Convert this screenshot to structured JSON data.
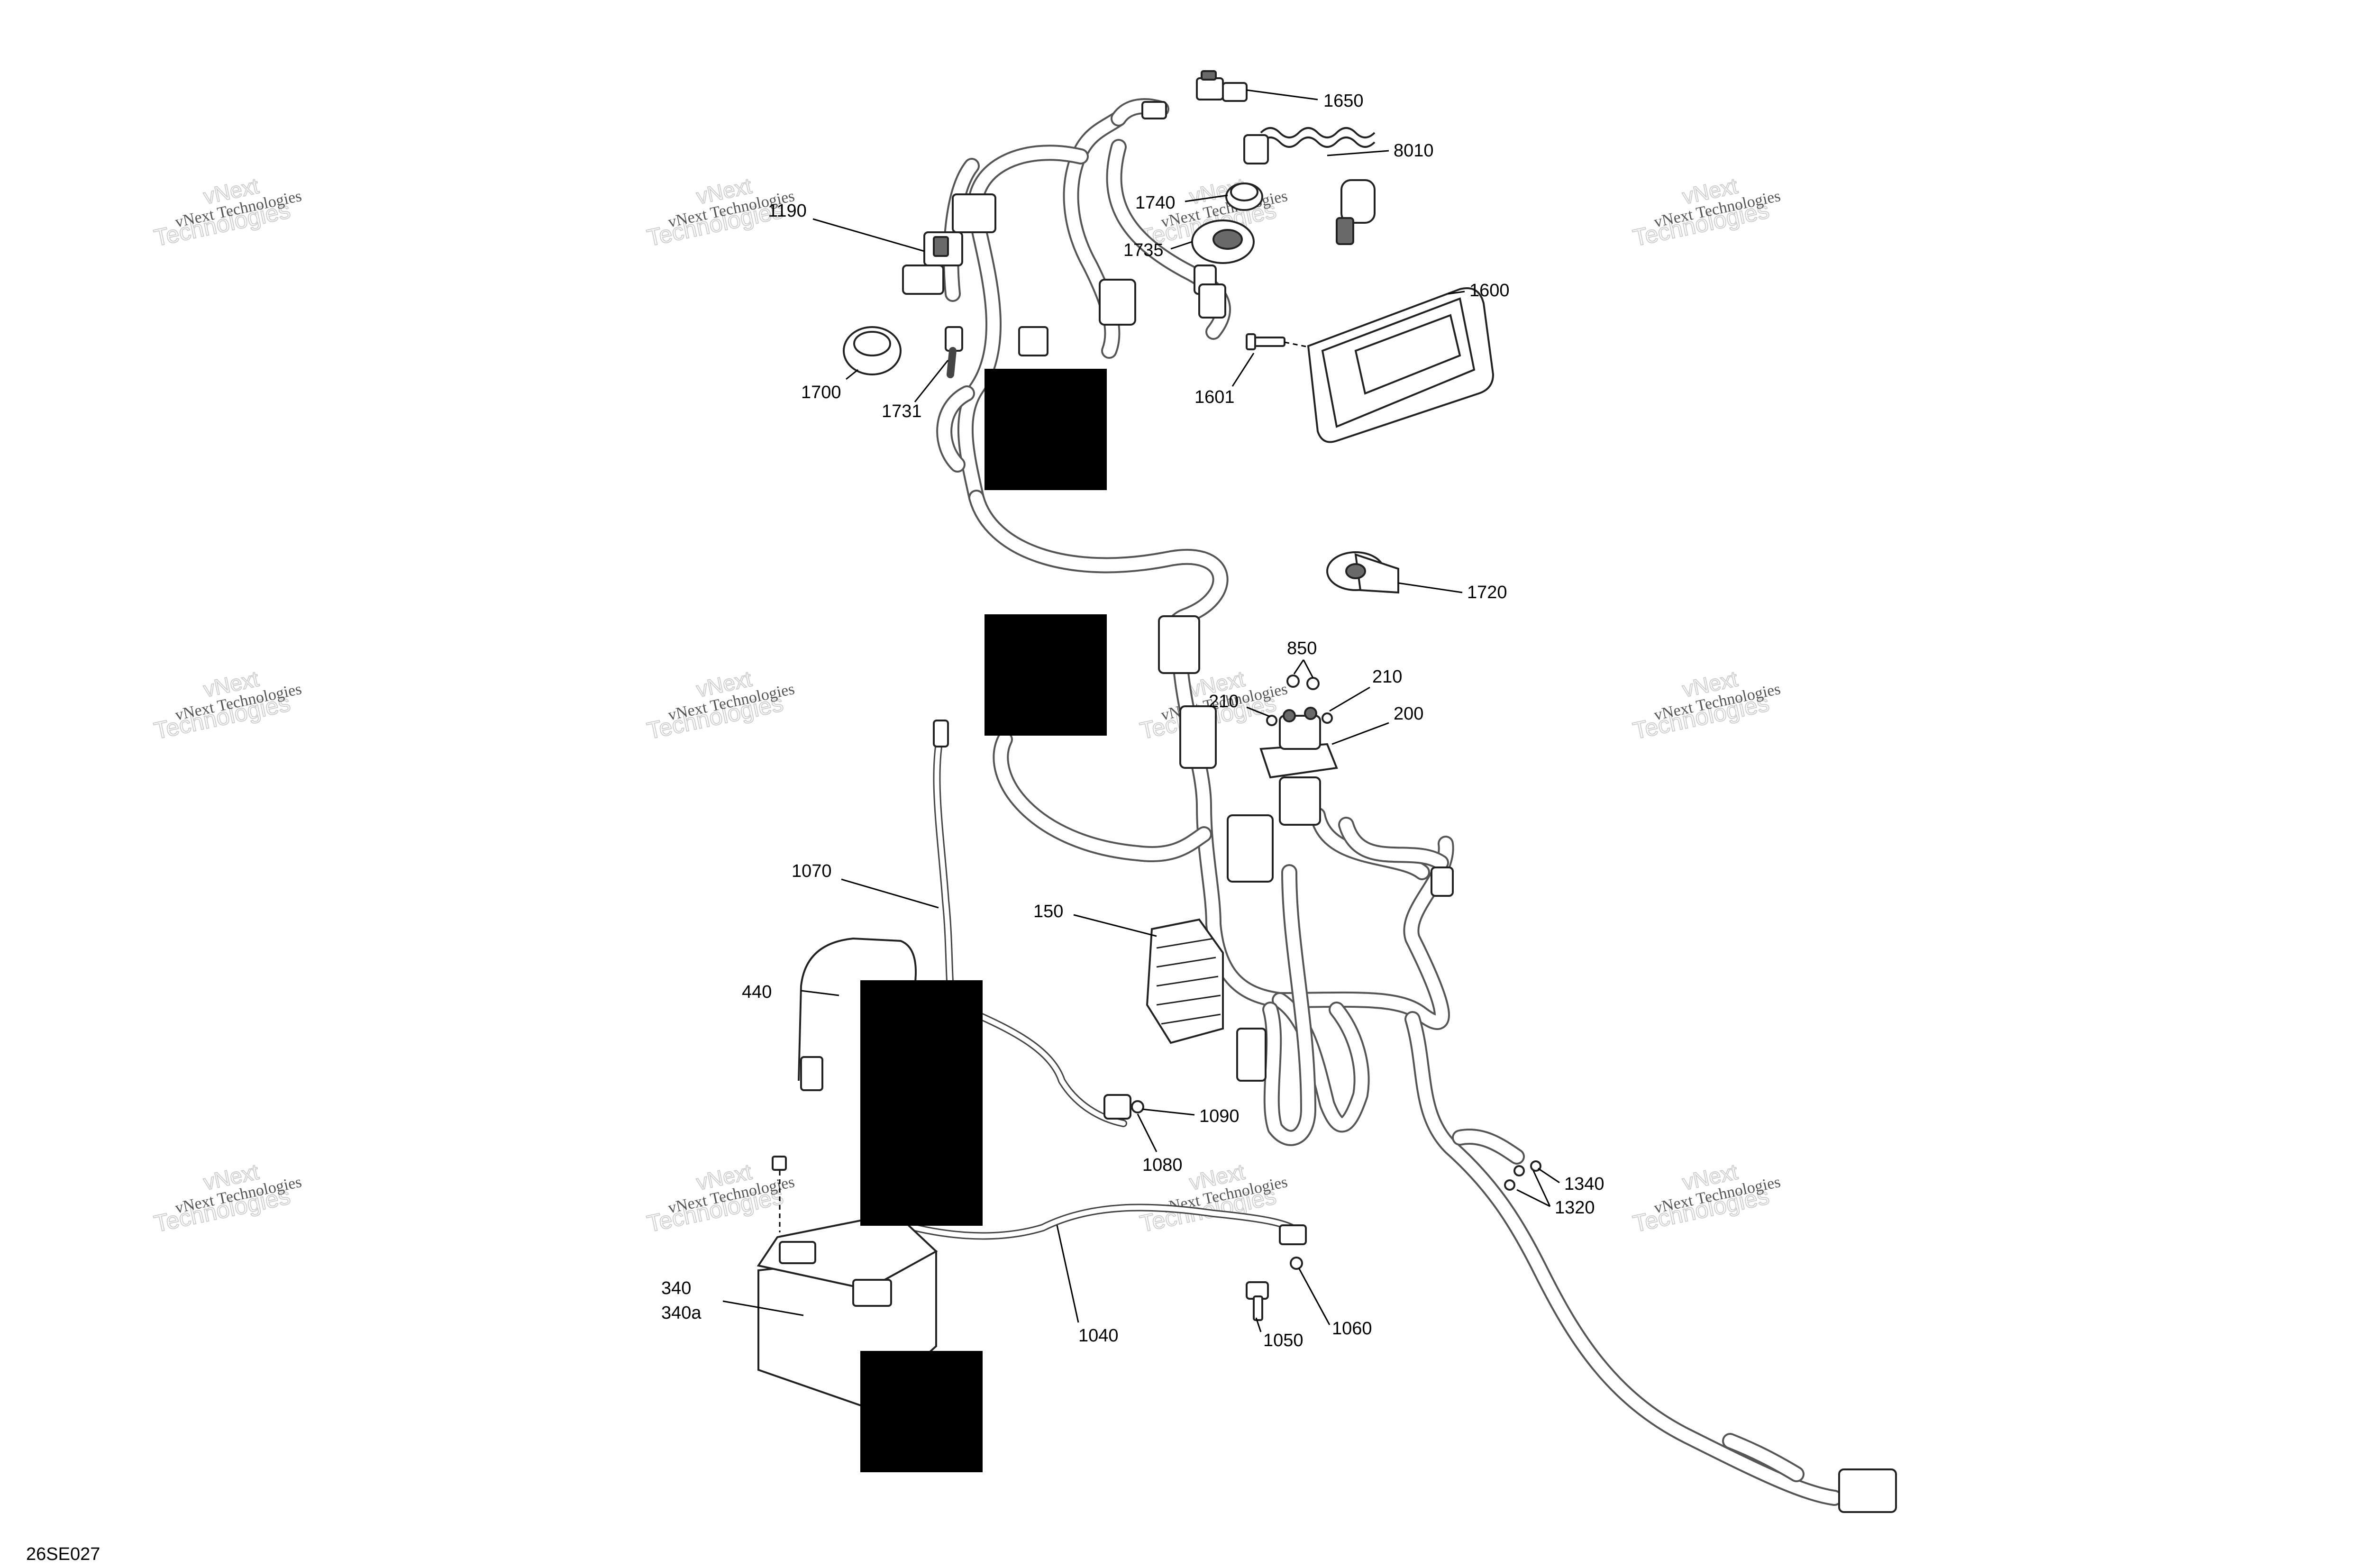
{
  "diagram": {
    "doc_code": "26SE027",
    "watermark": {
      "line1": "vNext Technologies",
      "line2": "Technologies",
      "top": "vNext"
    },
    "callouts": [
      {
        "id": "1650",
        "label": "1650"
      },
      {
        "id": "8010",
        "label": "8010"
      },
      {
        "id": "1190",
        "label": "1190"
      },
      {
        "id": "1740",
        "label": "1740"
      },
      {
        "id": "1735",
        "label": "1735"
      },
      {
        "id": "1600",
        "label": "1600"
      },
      {
        "id": "1601",
        "label": "1601"
      },
      {
        "id": "1700",
        "label": "1700"
      },
      {
        "id": "1731",
        "label": "1731"
      },
      {
        "id": "1720",
        "label": "1720"
      },
      {
        "id": "850",
        "label": "850"
      },
      {
        "id": "210a",
        "label": "210"
      },
      {
        "id": "210b",
        "label": "210"
      },
      {
        "id": "200",
        "label": "200"
      },
      {
        "id": "1070",
        "label": "1070"
      },
      {
        "id": "150",
        "label": "150"
      },
      {
        "id": "440",
        "label": "440"
      },
      {
        "id": "1090",
        "label": "1090"
      },
      {
        "id": "1080",
        "label": "1080"
      },
      {
        "id": "1340",
        "label": "1340"
      },
      {
        "id": "1320",
        "label": "1320"
      },
      {
        "id": "340",
        "label": "340"
      },
      {
        "id": "340a",
        "label": "340a"
      },
      {
        "id": "1040",
        "label": "1040"
      },
      {
        "id": "1050",
        "label": "1050"
      },
      {
        "id": "1060",
        "label": "1060"
      }
    ]
  }
}
